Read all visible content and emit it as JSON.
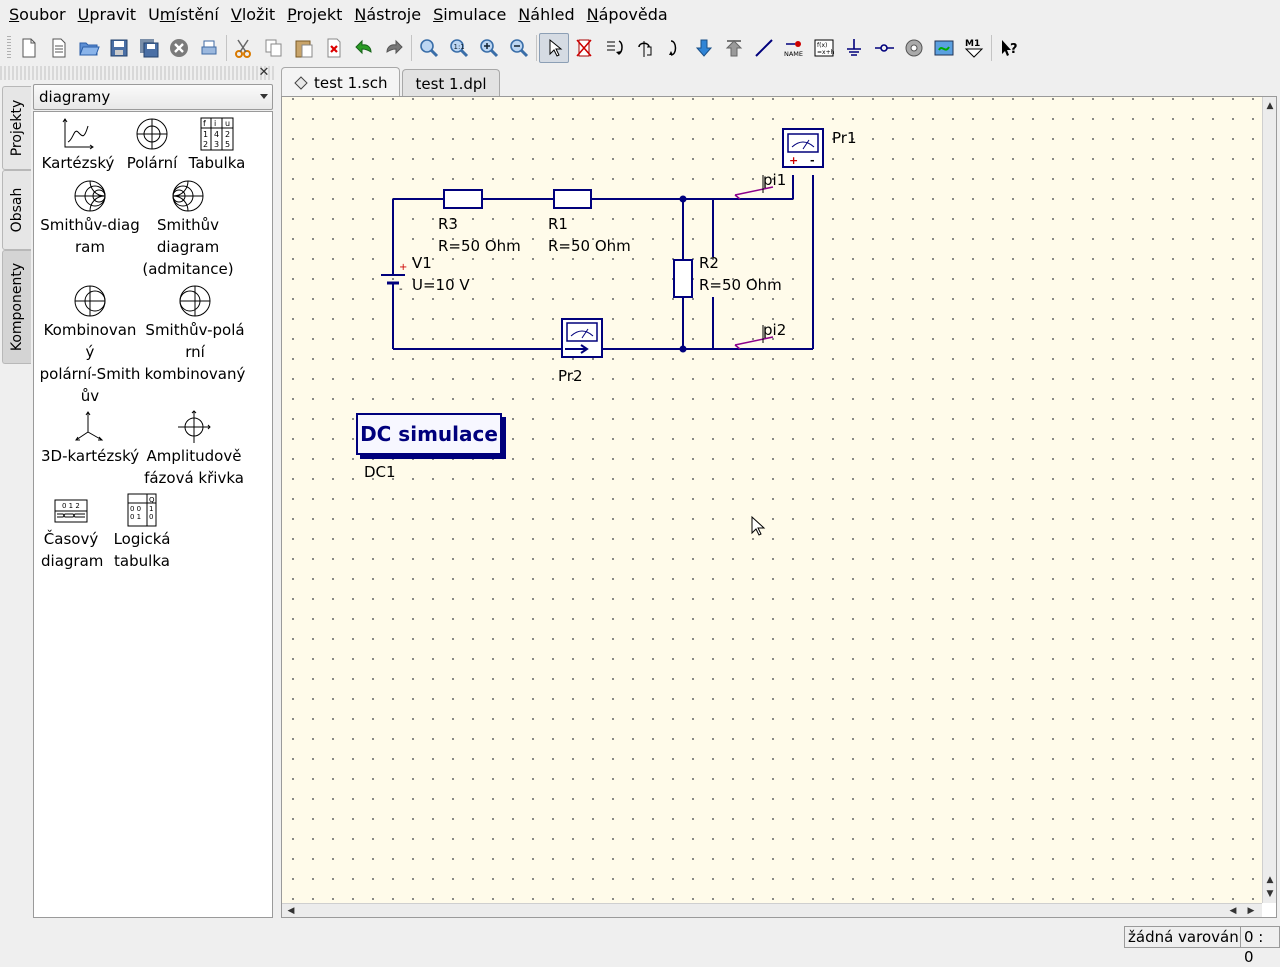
{
  "menu": [
    {
      "ul": "S",
      "rest": "oubor"
    },
    {
      "ul": "U",
      "rest": "pravit"
    },
    {
      "pre": "U",
      "ul": "m",
      "rest": "ístění"
    },
    {
      "ul": "V",
      "rest": "ložit"
    },
    {
      "ul": "P",
      "rest": "rojekt"
    },
    {
      "ul": "N",
      "rest": "ástroje"
    },
    {
      "ul": "S",
      "rest": "imulace"
    },
    {
      "ul": "N",
      "rest": "áhled"
    },
    {
      "ul": "N",
      "rest": "ápověda"
    }
  ],
  "toolbar": {
    "icons": [
      "new-file",
      "new-text",
      "open",
      "save",
      "save-all",
      "close",
      "print",
      "cut",
      "copy",
      "paste",
      "delete",
      "undo",
      "redo",
      "zoom-fit",
      "zoom-1to1",
      "zoom-in",
      "zoom-out",
      "select",
      "deactivate",
      "rotate",
      "mirror",
      "mirror-y",
      "go-into",
      "go-back",
      "wire",
      "label",
      "equation",
      "ground",
      "port",
      "simulate",
      "display",
      "marker",
      "help"
    ],
    "active": "select",
    "name_label": "NAME",
    "marker_label": "M1"
  },
  "sidebar": {
    "tabs": [
      "Projekty",
      "Obsah",
      "Komponenty"
    ],
    "active_tab": "Komponenty",
    "category": "diagramy",
    "components": [
      {
        "icon": "cartesian",
        "label": "Kartézský"
      },
      {
        "icon": "polar",
        "label": "Polární"
      },
      {
        "icon": "table",
        "label": "Tabulka"
      },
      {
        "icon": "smith",
        "label": "Smithův-diag\nram"
      },
      {
        "icon": "smith-adm",
        "label": "Smithův\ndiagram\n(admitance)"
      },
      {
        "icon": "polar-smith",
        "label": "Kombinovan\ný\npolární-Smith\nův"
      },
      {
        "icon": "smith-polar",
        "label": "Smithův-polá\nrní\nkombinovaný"
      },
      {
        "icon": "3d-cartesian",
        "label": "3D-kartézský"
      },
      {
        "icon": "locus",
        "label": "Amplitudově\nfázová křivka"
      },
      {
        "icon": "timing",
        "label": "Časový\ndiagram"
      },
      {
        "icon": "truth-table",
        "label": "Logická\ntabulka"
      }
    ]
  },
  "tabs": [
    {
      "label": "test 1.sch",
      "active": true
    },
    {
      "label": "test 1.dpl",
      "active": false
    }
  ],
  "schematic": {
    "r3_name": "R3",
    "r3_value": "R=50 Ohm",
    "r1_name": "R1",
    "r1_value": "R=50 Ohm",
    "r2_name": "R2",
    "r2_value": "R=50 Ohm",
    "v1_name": "V1",
    "v1_value": "U=10 V",
    "pr1": "Pr1",
    "pr2": "Pr2",
    "pi1": "pi1",
    "pi2": "pi2",
    "sim_title": "DC simulace",
    "sim_name": "DC1",
    "wire_color": "#00007c"
  },
  "status": {
    "warnings": "žádná varování",
    "position": "0 : 0"
  }
}
